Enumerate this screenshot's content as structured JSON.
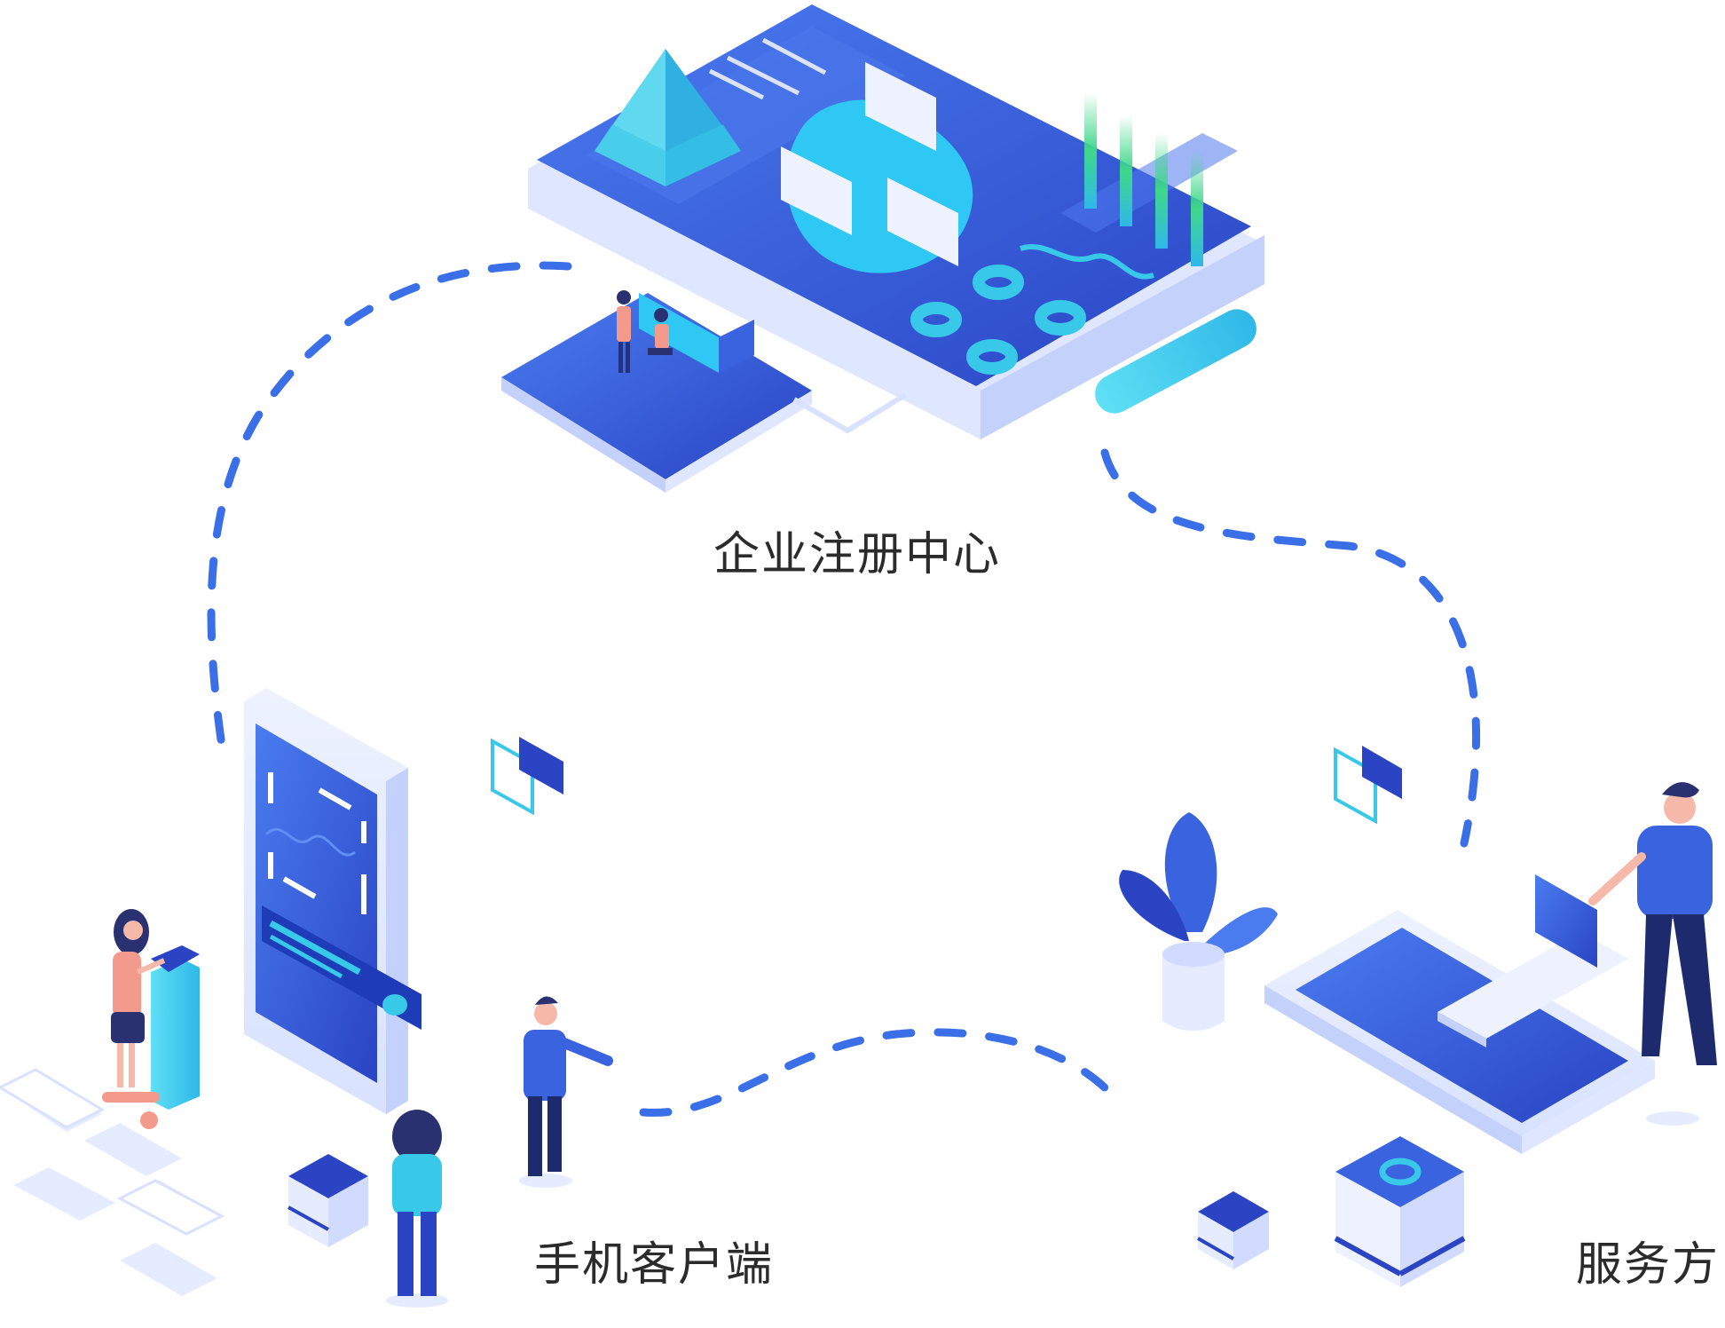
{
  "nodes": {
    "registry": {
      "label": "企业注册中心"
    },
    "mobile": {
      "label": "手机客户端"
    },
    "service": {
      "label": "服务方"
    }
  },
  "colors": {
    "primary": "#3a63e0",
    "dark_blue": "#2a44c4",
    "light_panel": "#e6ecff",
    "cyan": "#38c8e8",
    "green": "#3fd88a",
    "dash": "#3a6fe8",
    "text": "#2b2b2b"
  }
}
